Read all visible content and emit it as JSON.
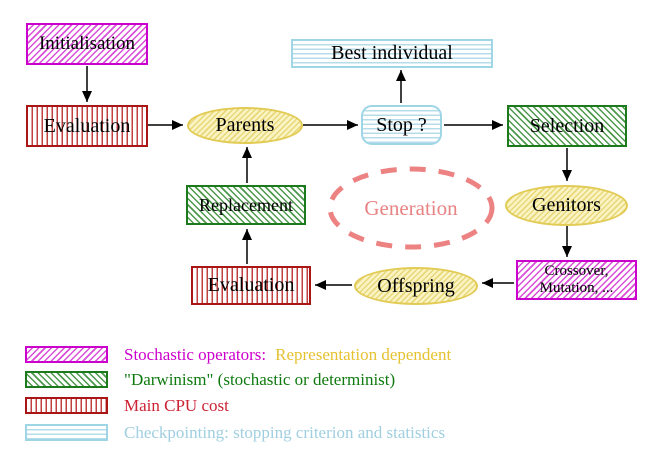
{
  "diagram": {
    "nodes": {
      "initialisation": {
        "label": "Initialisation",
        "style": "magenta-diagonal-hatch"
      },
      "evaluation_top": {
        "label": "Evaluation",
        "style": "red-vertical-stripes"
      },
      "parents": {
        "label": "Parents",
        "style": "yellow-hatch-ellipse"
      },
      "best_individual": {
        "label": "Best individual",
        "style": "cyan-horizontal-stripes"
      },
      "stop": {
        "label": "Stop ?",
        "style": "cyan-horizontal-stripes-rounded"
      },
      "selection": {
        "label": "Selection",
        "style": "green-diagonal-hatch"
      },
      "replacement": {
        "label": "Replacement",
        "style": "green-diagonal-hatch"
      },
      "generation": {
        "label": "Generation",
        "style": "salmon-dashed-ellipse"
      },
      "genitors": {
        "label": "Genitors",
        "style": "yellow-hatch-ellipse"
      },
      "evaluation_bottom": {
        "label": "Evaluation",
        "style": "red-vertical-stripes"
      },
      "offspring": {
        "label": "Offspring",
        "style": "yellow-hatch-ellipse"
      },
      "crossover": {
        "line1": "Crossover,",
        "line2": "Mutation, ...",
        "style": "magenta-diagonal-hatch"
      }
    },
    "edges": [
      {
        "from": "initialisation",
        "to": "evaluation_top"
      },
      {
        "from": "evaluation_top",
        "to": "parents"
      },
      {
        "from": "parents",
        "to": "stop"
      },
      {
        "from": "stop",
        "to": "best_individual"
      },
      {
        "from": "stop",
        "to": "selection"
      },
      {
        "from": "selection",
        "to": "genitors"
      },
      {
        "from": "genitors",
        "to": "crossover"
      },
      {
        "from": "crossover",
        "to": "offspring"
      },
      {
        "from": "offspring",
        "to": "evaluation_bottom"
      },
      {
        "from": "evaluation_bottom",
        "to": "replacement"
      },
      {
        "from": "replacement",
        "to": "parents"
      }
    ],
    "colors": {
      "magenta": "#cc00cc",
      "green": "#1c7a1c",
      "red": "#aa1515",
      "cyan": "#9fd6e6",
      "yellow": "#e2cb55",
      "salmon": "#e88383",
      "arrow": "#000000"
    }
  },
  "legend": {
    "items": [
      {
        "swatch": "magenta-diagonal-hatch",
        "label": "Stochastic operators:",
        "label2": "Representation dependent"
      },
      {
        "swatch": "green-diagonal-hatch",
        "label": "\"Darwinism\" (stochastic or determinist)"
      },
      {
        "swatch": "red-vertical-stripes",
        "label": "Main CPU cost"
      },
      {
        "swatch": "cyan-horizontal-stripes",
        "label": "Checkpointing: stopping criterion and statistics"
      }
    ]
  }
}
